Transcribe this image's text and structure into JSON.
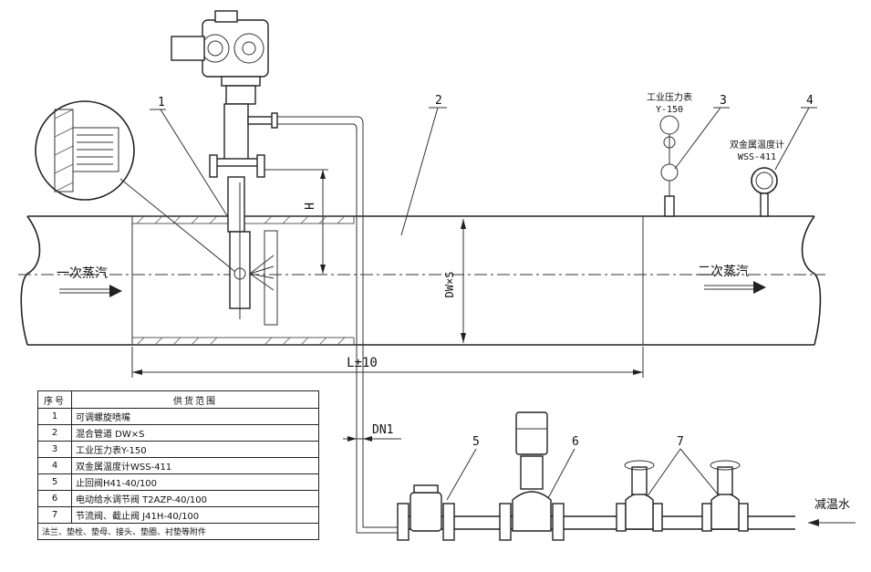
{
  "labels": {
    "inlet_steam": "一次蒸汽",
    "outlet_steam": "二次蒸汽",
    "length": "L±10",
    "diameter": "DW×S",
    "height": "H",
    "dn1": "DN1",
    "water": "减温水",
    "gauge": "工业压力表",
    "gauge_model": "Y-150",
    "thermo": "双金属温度计",
    "thermo_model": "WSS-411"
  },
  "callouts": [
    "1",
    "2",
    "3",
    "4",
    "5",
    "6",
    "7"
  ],
  "table": {
    "header_no": "序号",
    "header_scope": "供货范围",
    "rows": [
      {
        "no": "1",
        "item": "可调螺旋喷嘴"
      },
      {
        "no": "2",
        "item": "混合管道 DW×S"
      },
      {
        "no": "3",
        "item": "工业压力表Y-150"
      },
      {
        "no": "4",
        "item": "双金属温度计WSS-411"
      },
      {
        "no": "5",
        "item": "止回阀H41-40/100"
      },
      {
        "no": "6",
        "item": "电动给水调节阀 T2AZP-40/100"
      },
      {
        "no": "7",
        "item": "节流阀、截止阀 J41H-40/100"
      }
    ],
    "footer": "法兰、垫栓、垫母、接头、垫圈、衬垫等附件"
  }
}
